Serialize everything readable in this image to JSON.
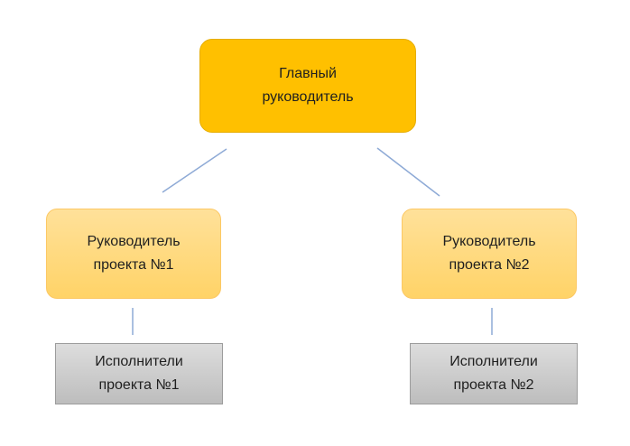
{
  "colors": {
    "top_fill": "#ffc000",
    "mid_fill_top": "#ffe19a",
    "mid_fill_bottom": "#ffd367",
    "leaf_fill": "#c8c8c8",
    "connector": "#8eaad6"
  },
  "nodes": {
    "head": {
      "line1": "Главный",
      "line2": "руководитель"
    },
    "manager_1": {
      "line1": "Руководитель",
      "line2": "проекта №1"
    },
    "manager_2": {
      "line1": "Руководитель",
      "line2": "проекта №2"
    },
    "team_1": {
      "line1": "Исполнители",
      "line2": "проекта №1"
    },
    "team_2": {
      "line1": "Исполнители",
      "line2": "проекта №2"
    }
  }
}
